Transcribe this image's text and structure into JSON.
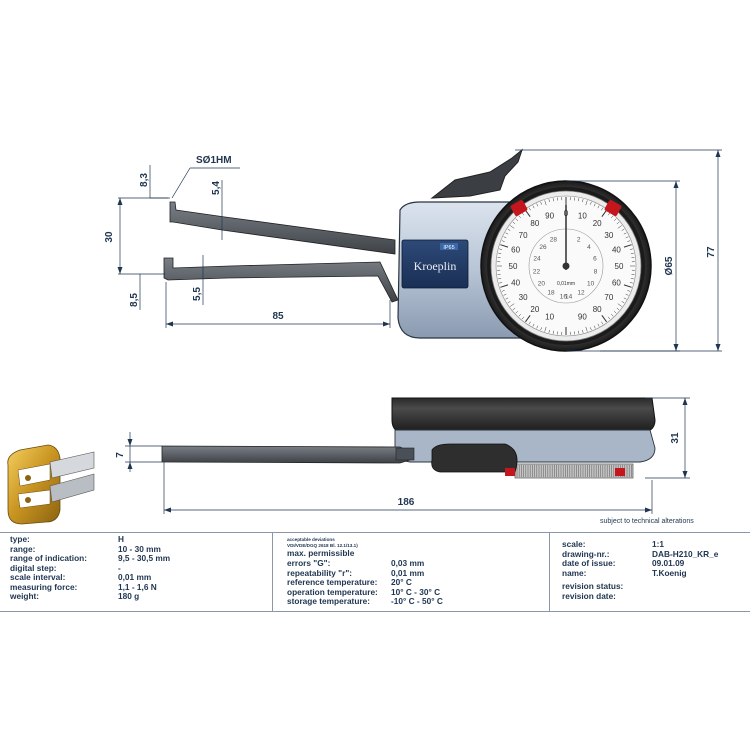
{
  "drawing": {
    "dimensions": {
      "d_8_3": "8,3",
      "d_s01hm": "SØ1HM",
      "d_5_4": "5,4",
      "d_30": "30",
      "d_8_5": "8,5",
      "d_5_5": "5,5",
      "d_85": "85",
      "d_65": "Ø65",
      "d_77": "77",
      "d_7": "7",
      "d_31": "31",
      "d_186": "186"
    },
    "gauge": {
      "brand": "Kroeplin",
      "ip_badge": "IP65",
      "outer_scale": [
        "90",
        "0",
        "10",
        "80",
        "20",
        "70",
        "30",
        "60",
        "40",
        "50",
        "50",
        "40",
        "60",
        "30",
        "70",
        "20",
        "80",
        "10",
        "90"
      ],
      "inner_scale": [
        "28",
        "2",
        "26",
        "4",
        "24",
        "6",
        "22",
        "8",
        "20",
        "10",
        "18",
        "12",
        "16",
        "14"
      ],
      "unit_label": "0,01mm"
    },
    "note": "subject to technical alterations"
  },
  "title_block": {
    "left": [
      {
        "label": "type:",
        "value": "H"
      },
      {
        "label": "range:",
        "value": "10 - 30 mm"
      },
      {
        "label": "range of indication:",
        "value": "9,5 - 30,5 mm"
      },
      {
        "label": "digital step:",
        "value": "-"
      },
      {
        "label": "scale interval:",
        "value": "0,01 mm"
      },
      {
        "label": "measuring force:",
        "value": "1,1 - 1,6 N"
      },
      {
        "label": "weight:",
        "value": "180 g"
      }
    ],
    "middle": {
      "header1": "acceptable deviations",
      "header2": "VDI/VDE/DGQ 2618 Bl. 12.1/13.1)",
      "title": "max. permissible",
      "rows": [
        {
          "label": "errors \"G\":",
          "value": "0,03 mm"
        },
        {
          "label": "repeatability \"r\":",
          "value": "0,01 mm"
        },
        {
          "label": "reference temperature:",
          "value": "20° C"
        },
        {
          "label": "operation temperature:",
          "value": "10° C - 30° C"
        },
        {
          "label": "storage temperature:",
          "value": "-10° C - 50° C"
        }
      ]
    },
    "right": [
      {
        "label": "scale:",
        "value": "1:1"
      },
      {
        "label": "drawing-nr.:",
        "value": "DAB-H210_KR_e"
      },
      {
        "label": "date of issue:",
        "value": "09.01.09"
      },
      {
        "label": "name:",
        "value": "T.Koenig"
      },
      {
        "label": "revision status:",
        "value": ""
      },
      {
        "label": "revision date:",
        "value": ""
      }
    ]
  }
}
